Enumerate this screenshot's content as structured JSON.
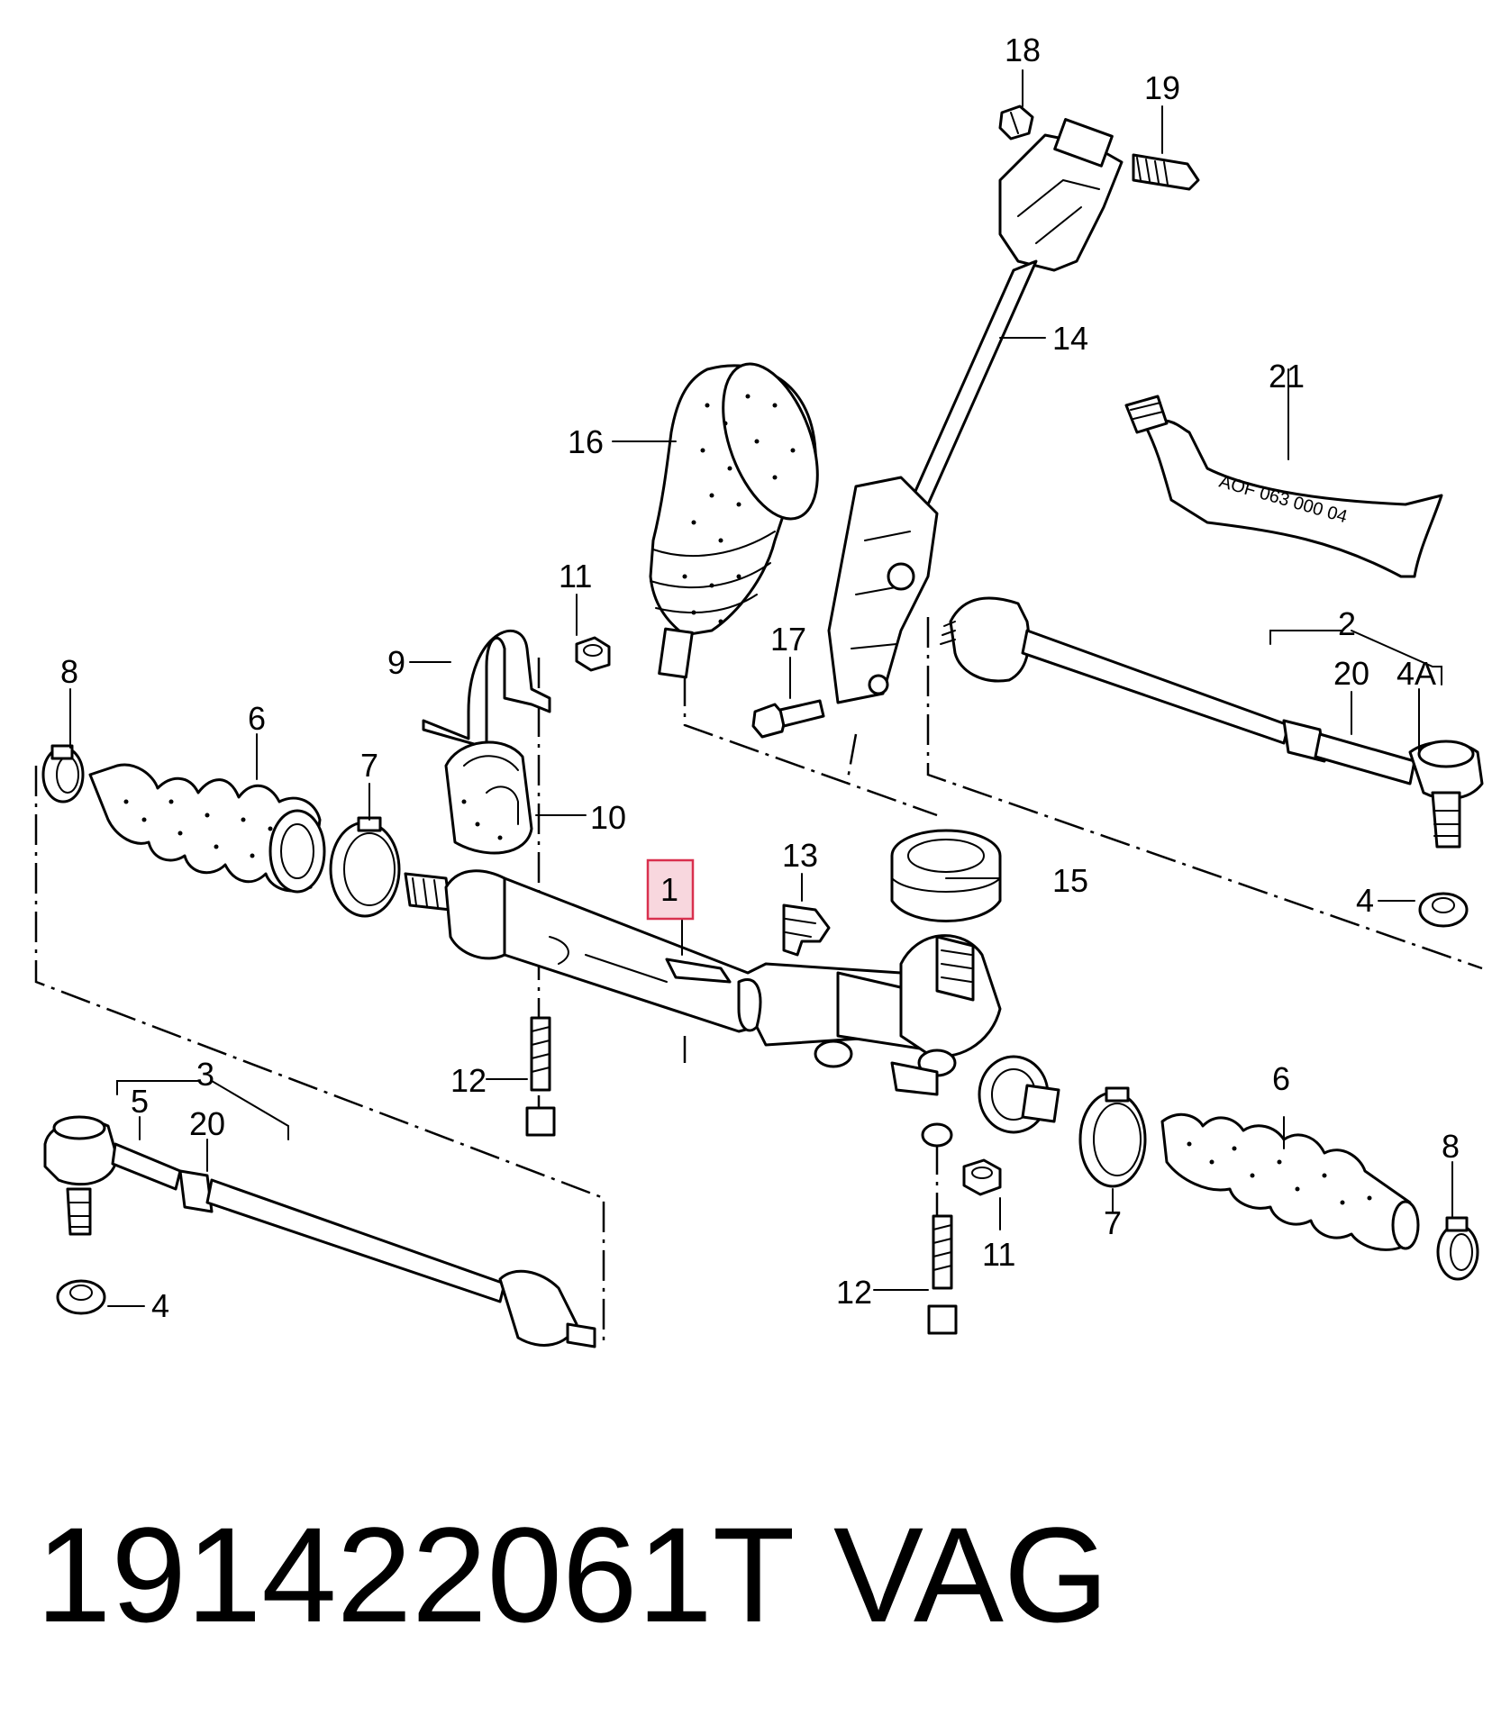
{
  "callouts": [
    {
      "id": "1",
      "text": "1",
      "highlighted": true
    },
    {
      "id": "2",
      "text": "2"
    },
    {
      "id": "3",
      "text": "3"
    },
    {
      "id": "4a",
      "text": "4"
    },
    {
      "id": "4b",
      "text": "4"
    },
    {
      "id": "4A",
      "text": "4A"
    },
    {
      "id": "5",
      "text": "5"
    },
    {
      "id": "6a",
      "text": "6"
    },
    {
      "id": "6b",
      "text": "6"
    },
    {
      "id": "7a",
      "text": "7"
    },
    {
      "id": "7b",
      "text": "7"
    },
    {
      "id": "8a",
      "text": "8"
    },
    {
      "id": "8b",
      "text": "8"
    },
    {
      "id": "9",
      "text": "9"
    },
    {
      "id": "10",
      "text": "10"
    },
    {
      "id": "11a",
      "text": "11"
    },
    {
      "id": "11b",
      "text": "11"
    },
    {
      "id": "12a",
      "text": "12"
    },
    {
      "id": "12b",
      "text": "12"
    },
    {
      "id": "13",
      "text": "13"
    },
    {
      "id": "14",
      "text": "14"
    },
    {
      "id": "15",
      "text": "15"
    },
    {
      "id": "16",
      "text": "16"
    },
    {
      "id": "17",
      "text": "17"
    },
    {
      "id": "18",
      "text": "18"
    },
    {
      "id": "19",
      "text": "19"
    },
    {
      "id": "20a",
      "text": "20"
    },
    {
      "id": "20b",
      "text": "20"
    },
    {
      "id": "21",
      "text": "21"
    }
  ],
  "tube_label": "AOF 063 000 04",
  "part_number": "191422061T",
  "brand": "VAG",
  "colors": {
    "highlight_fill": "#f8d7de",
    "highlight_stroke": "#d9304e",
    "line": "#000000",
    "background": "#ffffff"
  }
}
